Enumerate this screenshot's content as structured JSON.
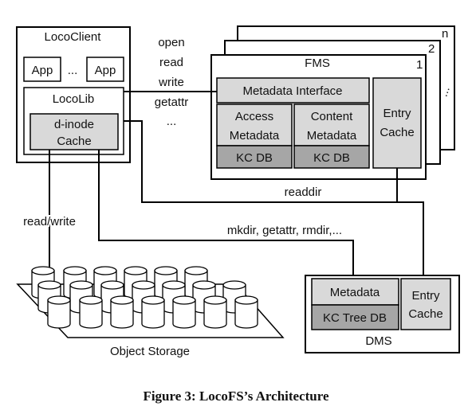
{
  "client": {
    "title": "LocoClient",
    "app_label": "App",
    "app_ellipsis": "...",
    "locolib": "LocoLib",
    "dinode_line1": "d-inode",
    "dinode_line2": "Cache"
  },
  "ops_top": [
    "open",
    "read",
    "write",
    "getattr",
    "..."
  ],
  "fms": {
    "title": "FMS",
    "index_1": "1",
    "index_2": "2",
    "index_n": "n",
    "stack_dots": "...",
    "metadata_interface": "Metadata Interface",
    "access_line1": "Access",
    "access_line2": "Metadata",
    "content_line1": "Content",
    "content_line2": "Metadata",
    "kcdb": "KC DB",
    "entry_line1": "Entry",
    "entry_line2": "Cache"
  },
  "readdir_label": "readdir",
  "readwrite_label": "read/write",
  "dms_ops_label": "mkdir, getattr, rmdir,...",
  "dms": {
    "title": "DMS",
    "metadata": "Metadata",
    "kc_tree_db": "KC Tree DB",
    "entry_line1": "Entry",
    "entry_line2": "Cache"
  },
  "object_storage_label": "Object Storage",
  "caption": "Figure 3: LocoFS’s Architecture",
  "colors": {
    "light_fill": "#d9d9d9",
    "dark_fill": "#a6a6a6",
    "stroke": "#000000"
  }
}
